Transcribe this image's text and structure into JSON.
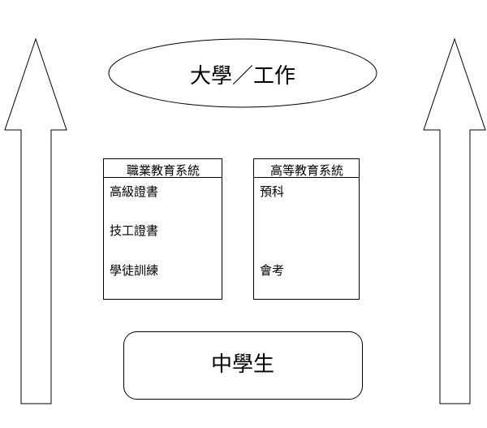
{
  "top": {
    "label": "大學／工作"
  },
  "bottom": {
    "label": "中學生"
  },
  "vocational": {
    "title": "職業教育系統",
    "items": [
      "高級證書",
      "技工證書",
      "學徒訓練"
    ]
  },
  "higher": {
    "title": "高等教育系統",
    "items": [
      "預科",
      "會考"
    ]
  },
  "colors": {
    "stroke": "#000000",
    "fill": "#ffffff"
  }
}
